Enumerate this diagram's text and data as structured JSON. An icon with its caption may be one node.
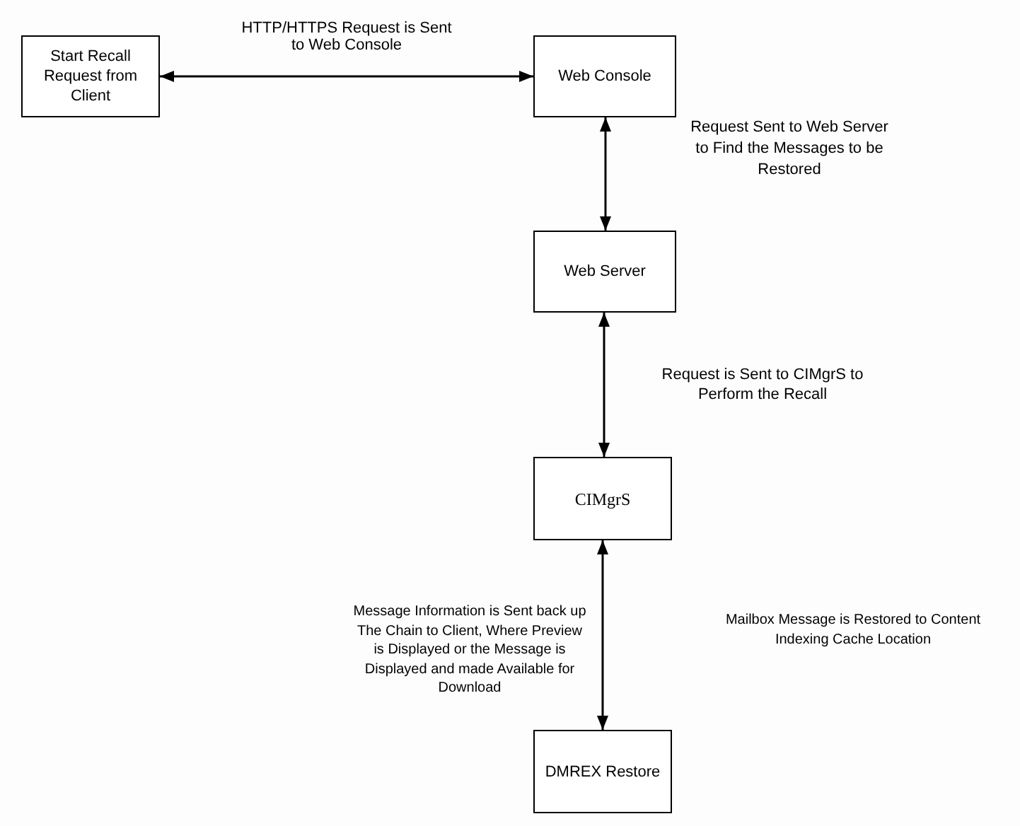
{
  "diagram": {
    "nodes": [
      {
        "text": [
          "Start Recall Request from Client"
        ]
      },
      {
        "text": [
          "Web Console"
        ]
      },
      {
        "text": [
          "Web Server"
        ]
      },
      {
        "text": [
          "CIMgrS"
        ]
      },
      {
        "text": [
          "DMREX Restore"
        ]
      }
    ],
    "edges": [
      {
        "from": 0,
        "to": 1,
        "arrow": "both",
        "label": "HTTP/HTTPS Request is Sent to Web Console"
      },
      {
        "from": 1,
        "to": 2,
        "arrow": "both"
      },
      {
        "from": 2,
        "to": 3,
        "arrow": "both"
      },
      {
        "from": 3,
        "to": 4,
        "arrow": "both"
      }
    ],
    "labels": [
      "Request Sent to Web Server to Find the Messages to be Restored",
      "Request is Sent to CIMgrS to Perform the Recall",
      "Message Information is Sent back up The Chain to Client, Where Preview is Displayed or the Message is Displayed and made Available for Download",
      "Mailbox Message is Restored to Content Indexing Cache Location"
    ]
  }
}
